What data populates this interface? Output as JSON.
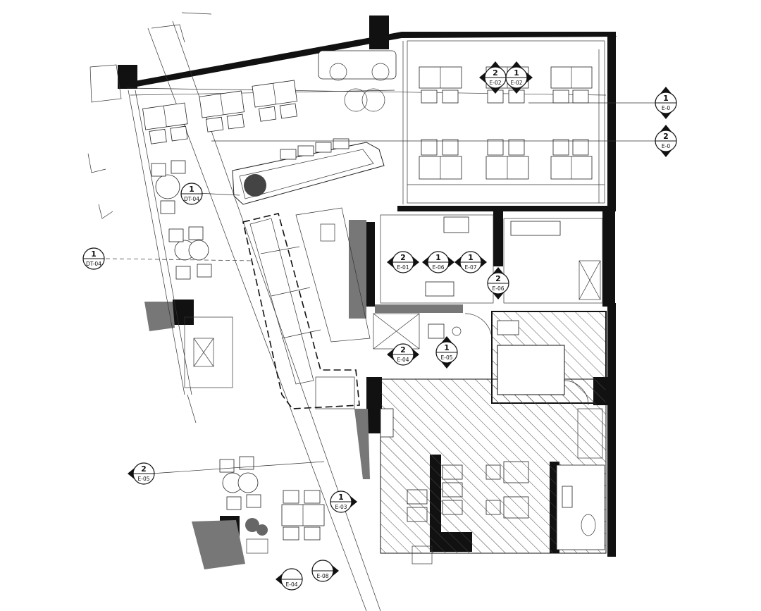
{
  "elevation_markers": [
    {
      "id": "m01",
      "num": "2",
      "code": "E-02",
      "arrows": [
        "left",
        "up",
        "down"
      ]
    },
    {
      "id": "m02",
      "num": "1",
      "code": "E-02",
      "arrows": [
        "right",
        "up",
        "down"
      ]
    },
    {
      "id": "m03",
      "num": "1",
      "code": "E-0",
      "arrows": [
        "up",
        "down"
      ]
    },
    {
      "id": "m04",
      "num": "2",
      "code": "E-0",
      "arrows": [
        "up",
        "down"
      ]
    },
    {
      "id": "m05",
      "num": "1",
      "code": "DT-04",
      "arrows": []
    },
    {
      "id": "m06",
      "num": "1",
      "code": "DT-04",
      "arrows": []
    },
    {
      "id": "m07",
      "num": "2",
      "code": "E-01",
      "arrows": [
        "left",
        "right"
      ]
    },
    {
      "id": "m08",
      "num": "1",
      "code": "E-06",
      "arrows": [
        "left",
        "right"
      ]
    },
    {
      "id": "m09",
      "num": "1",
      "code": "E-07",
      "arrows": [
        "left",
        "right"
      ]
    },
    {
      "id": "m10",
      "num": "2",
      "code": "E-06",
      "arrows": [
        "up",
        "down"
      ]
    },
    {
      "id": "m11",
      "num": "2",
      "code": "E-04",
      "arrows": [
        "left",
        "right"
      ]
    },
    {
      "id": "m12",
      "num": "1",
      "code": "E-05",
      "arrows": [
        "up",
        "down"
      ]
    },
    {
      "id": "m13",
      "num": "2",
      "code": "E-05",
      "arrows": [
        "left"
      ]
    },
    {
      "id": "m14",
      "num": "1",
      "code": "E-03",
      "arrows": [
        "right"
      ]
    },
    {
      "id": "m15",
      "num": "",
      "code": "E-04",
      "arrows": [
        "left"
      ]
    },
    {
      "id": "m16",
      "num": "",
      "code": "E-08",
      "arrows": [
        "right"
      ]
    }
  ],
  "colors": {
    "line": "#222222",
    "wall": "#111111",
    "hatch": "#444444",
    "grey_wall": "#777777"
  }
}
